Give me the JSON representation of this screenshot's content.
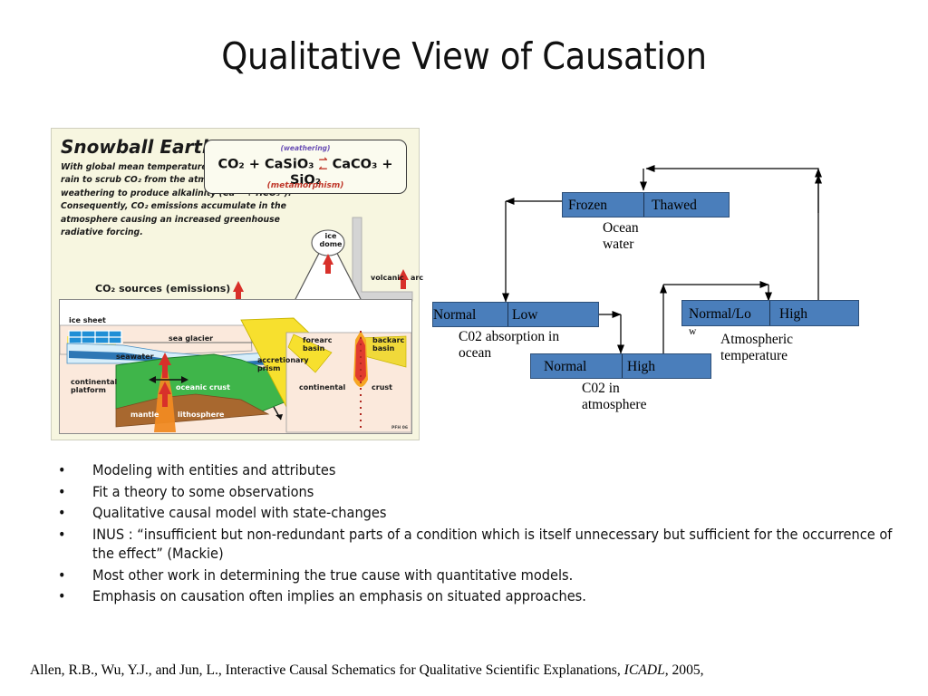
{
  "slide": {
    "title": "Qualitative View of Causation"
  },
  "snowball_figure": {
    "heading": "Snowball Earth",
    "body": "With global mean temperature of -50°C, there is no rain to scrub CO₂ from the atmosphere, and little weathering to produce alkalinity (Ca²⁺ + HCO₃⁻). Consequently, CO₂ emissions accumulate in the atmosphere causing an increased greenhouse radiative forcing.",
    "equation": {
      "top_label": "(weathering)",
      "left_side": "CO₂ + CaSiO₃",
      "right_side": "CaCO₃ + SiO₂",
      "bottom_label": "(metamorphism)"
    },
    "co2_sources_label": "CO₂ sources (emissions)",
    "cross_section_labels": [
      "ice sheet",
      "sea glacier",
      "seawater",
      "continental platform",
      "oceanic crust",
      "mantle",
      "lithosphere",
      "accretionary prism",
      "forearc basin",
      "backarc basin",
      "continental",
      "crust",
      "ice dome",
      "volcanic  arc"
    ],
    "credit": "PFH 06"
  },
  "causal_diagram": {
    "accent_color": "#4a7ebb",
    "nodes": [
      {
        "id": "ocean-water",
        "caption": "Ocean\nwater",
        "states": [
          "Frozen",
          "Thawed"
        ]
      },
      {
        "id": "co2-absorption",
        "caption": "C02 absorption in\nocean",
        "states": [
          "Normal",
          "Low"
        ]
      },
      {
        "id": "atmospheric-temperature",
        "caption": "Atmospheric\ntemperature",
        "states": [
          "Normal/Lo",
          "w",
          "High"
        ]
      },
      {
        "id": "co2-in-atmosphere",
        "caption": "C02 in\natmosphere",
        "states": [
          "Normal",
          "High"
        ]
      }
    ]
  },
  "bullets": [
    "Modeling with entities and attributes",
    "Fit a theory to some observations",
    "Qualitative causal model with state-changes",
    "INUS : “insufficient but non-redundant parts of a condition which is itself unnecessary but sufficient for the occurrence of the effect” (Mackie)",
    "Most other work in determining the true cause with quantitative models.",
    "Emphasis on causation often implies an emphasis on situated approaches."
  ],
  "citation": {
    "prefix": "Allen, R.B., Wu, Y.J., and Jun, L., Interactive Causal Schematics for Qualitative Scientific Explanations, ",
    "venue": "ICADL",
    "suffix": ", 2005,"
  }
}
